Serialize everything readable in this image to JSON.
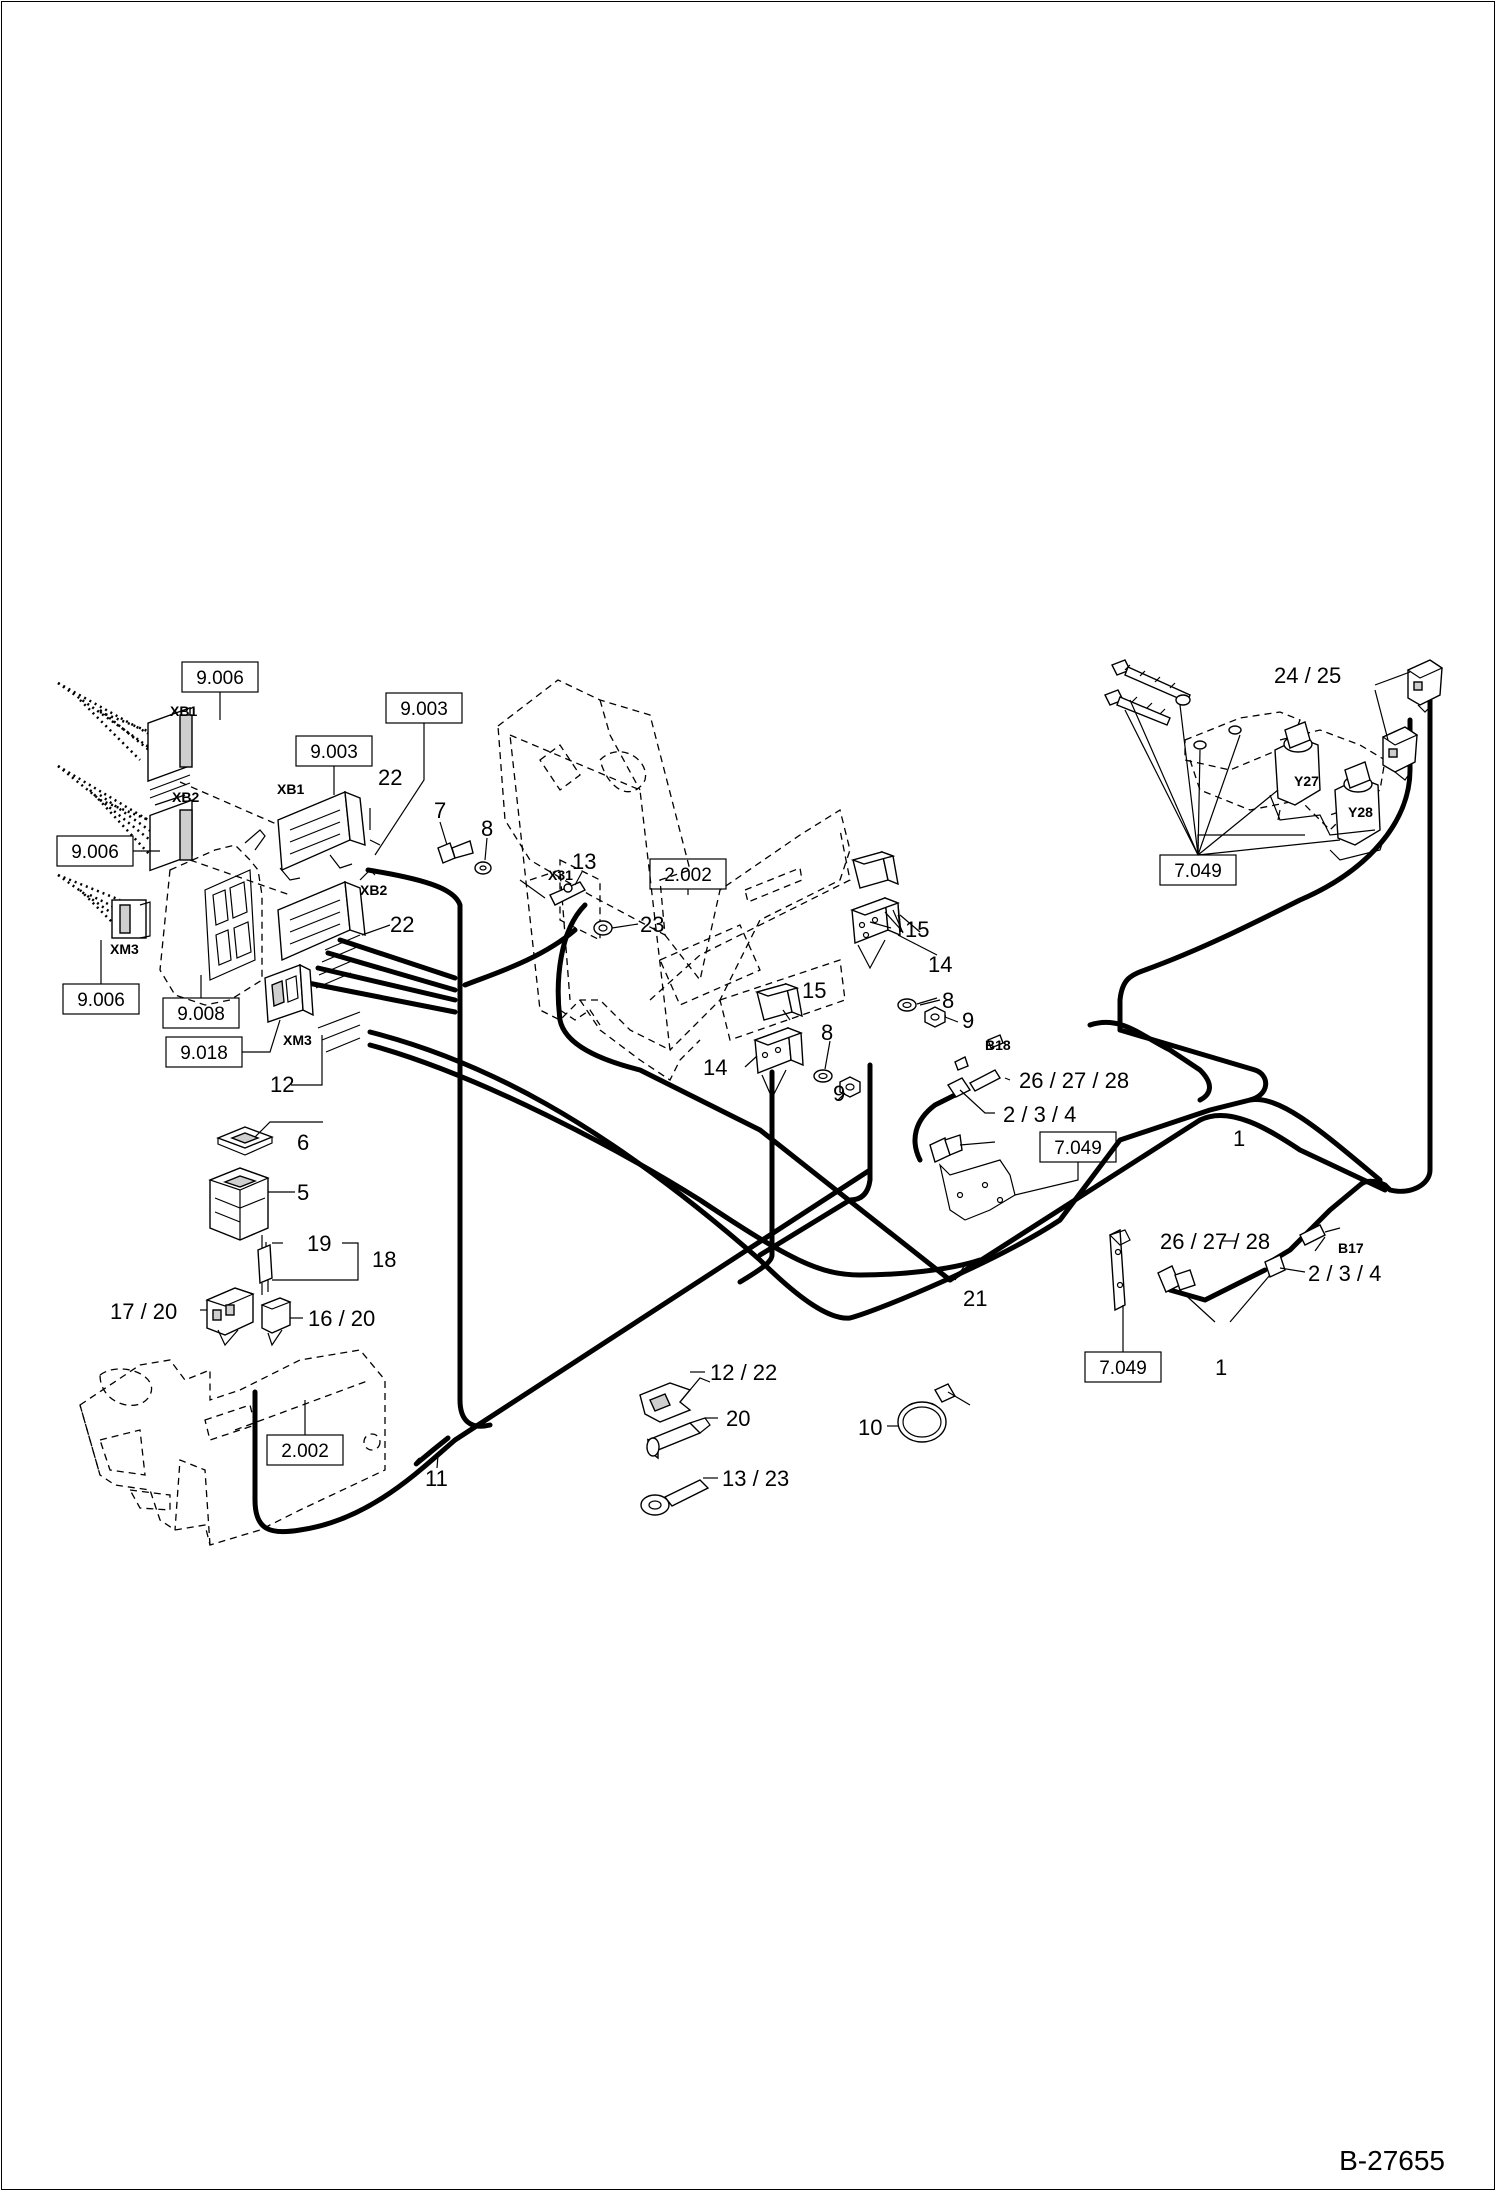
{
  "document_number": "B-27655",
  "reference_boxes": [
    {
      "id": "ref-9006-top",
      "text": "9.006"
    },
    {
      "id": "ref-9003-a",
      "text": "9.003"
    },
    {
      "id": "ref-9003-b",
      "text": "9.003"
    },
    {
      "id": "ref-9006-mid",
      "text": "9.006"
    },
    {
      "id": "ref-9006-bot",
      "text": "9.006"
    },
    {
      "id": "ref-9008",
      "text": "9.008"
    },
    {
      "id": "ref-9018",
      "text": "9.018"
    },
    {
      "id": "ref-2002-frame",
      "text": "2.002"
    },
    {
      "id": "ref-2002-bottom",
      "text": "2.002"
    },
    {
      "id": "ref-7049-valves",
      "text": "7.049"
    },
    {
      "id": "ref-7049-b18",
      "text": "7.049"
    },
    {
      "id": "ref-7049-b17",
      "text": "7.049"
    }
  ],
  "connector_labels": {
    "xb1_left": "XB1",
    "xb2_left": "XB2",
    "xm3_left": "XM3",
    "xb1_mid": "XB1",
    "xb2_mid": "XB2",
    "xm3_mid": "XM3",
    "x31": "X31",
    "b18": "B18",
    "b17": "B17",
    "y27": "Y27",
    "y28": "Y28"
  },
  "callouts": {
    "c1a": "1",
    "c1b": "1",
    "c234a": "2 / 3 / 4",
    "c234b": "2 / 3 / 4",
    "c5": "5",
    "c6": "6",
    "c7": "7",
    "c8a": "8",
    "c8b": "8",
    "c8c": "8",
    "c9a": "9",
    "c9b": "9",
    "c10": "10",
    "c11": "11",
    "c12": "12",
    "c1222": "12 / 22",
    "c13": "13",
    "c1323": "13 / 23",
    "c14a": "14",
    "c14b": "14",
    "c15a": "15",
    "c15b": "15",
    "c1620": "16  / 20",
    "c1720": "17 / 20",
    "c18": "18",
    "c19": "19",
    "c20": "20",
    "c21": "21",
    "c22a": "22",
    "c22b": "22",
    "c23": "23",
    "c2425": "24 / 25",
    "c262728a": "26 / 27 / 28",
    "c262728b": "26 / 27 / 28"
  }
}
